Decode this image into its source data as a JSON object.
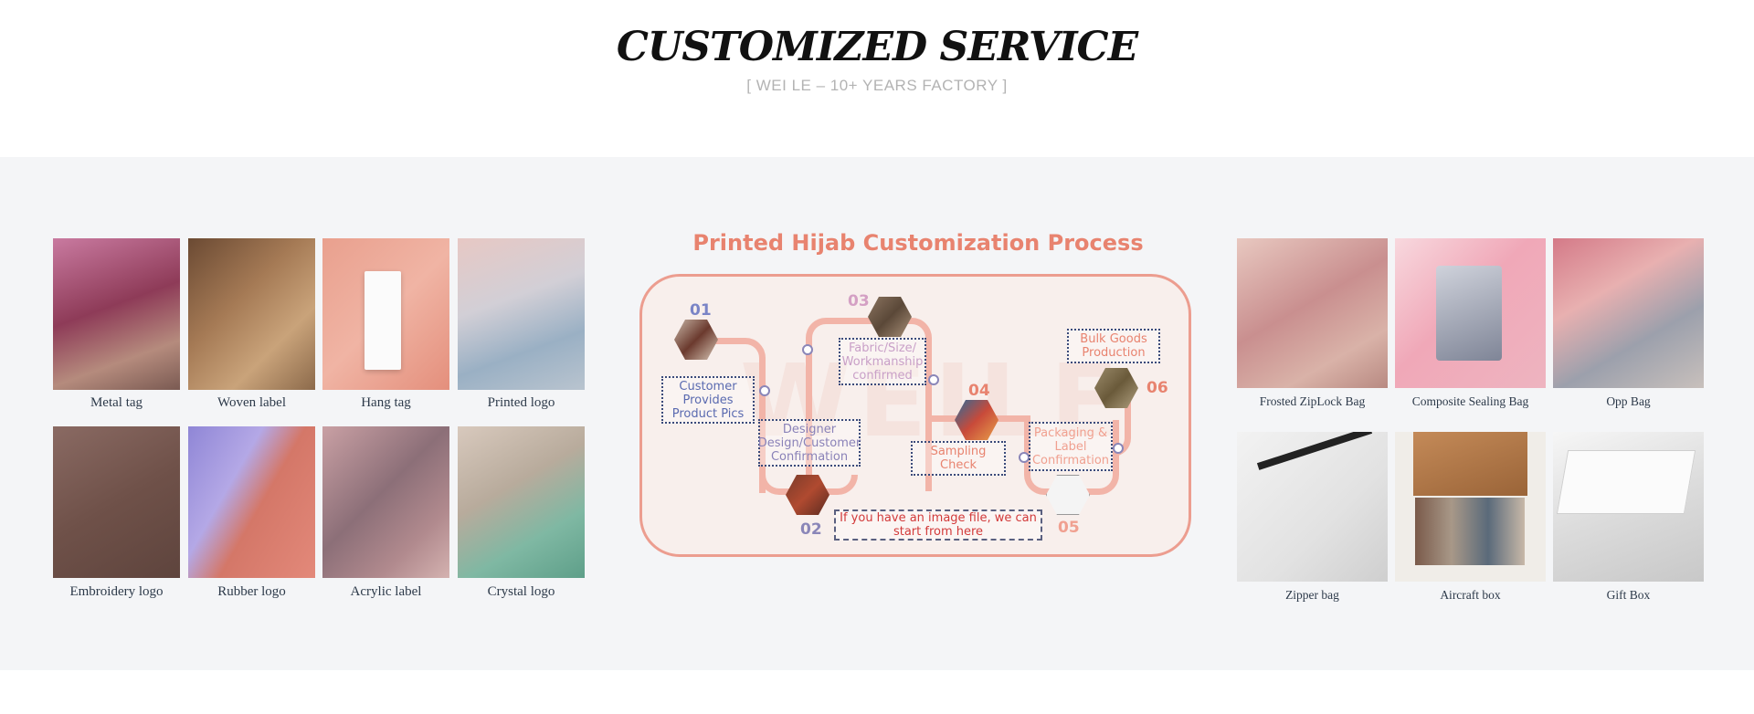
{
  "header": {
    "title": "CUSTOMIZED SERVICE",
    "subtitle": "[ WEI LE  – 10+  YEARS FACTORY ]"
  },
  "labels": {
    "items": [
      "Metal tag",
      "Woven label",
      "Hang tag",
      "Printed logo",
      "Embroidery logo",
      "Rubber logo",
      "Acrylic label",
      "Crystal logo"
    ]
  },
  "process": {
    "title": "Printed Hijab Customization Process",
    "watermark": "WEILE",
    "steps": [
      {
        "num": "01",
        "text": "Customer Provides Product Pics"
      },
      {
        "num": "02",
        "text": "Designer Design/Customer Confirmation"
      },
      {
        "num": "03",
        "text": "Fabric/Size/ Workmanship confirmed"
      },
      {
        "num": "04",
        "text": "Sampling Check"
      },
      {
        "num": "05",
        "text": "Packaging & Label Confirmation"
      },
      {
        "num": "06",
        "text": "Bulk Goods Production"
      }
    ],
    "note": "If you have an image file, we can start from here"
  },
  "packaging": {
    "items": [
      "Frosted ZipLock Bag",
      "Composite Sealing Bag",
      "Opp Bag",
      "Zipper bag",
      "Aircraft box",
      "Gift Box"
    ]
  },
  "colors": {
    "accent": "#e8836f",
    "band": "#f4f5f7",
    "caption": "#2d3a4a"
  }
}
